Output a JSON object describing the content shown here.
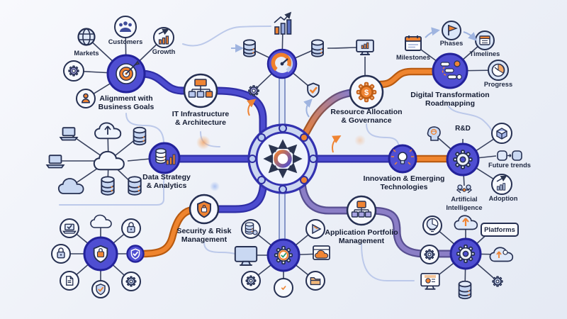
{
  "diagram": {
    "nodes": {
      "alignment": {
        "line1": "Alignment with",
        "line2": "Business Goals"
      },
      "it_infrastructure": {
        "line1": "IT Infrastructure",
        "line2": "& Architecture"
      },
      "resource_allocation": {
        "line1": "Resource Allocation",
        "line2": "& Governance"
      },
      "digital_transformation": {
        "line1": "Digital Transformation",
        "line2": "Roadmapping"
      },
      "data_strategy": {
        "line1": "Data Strategy",
        "line2": "& Analytics"
      },
      "innovation": {
        "line1": "Innovation & Emerging",
        "line2": "Technologies"
      },
      "security": {
        "line1": "Security & Risk",
        "line2": "Management"
      },
      "application_portfolio": {
        "line1": "Application Portfolio",
        "line2": "Management"
      }
    },
    "satellites": {
      "markets": "Markets",
      "customers": "Customers",
      "growth": "Growth",
      "milestones": "Milestones",
      "phases": "Phases",
      "timelines": "Timelines",
      "progress": "Progress",
      "rnd": "R&D",
      "future_trends": "Future trends",
      "artificial_line1": "Artificial",
      "artificial_line2": "Intelligence",
      "adoption": "Adoption",
      "platforms": "Platforms"
    },
    "icons": {
      "dollar": "$"
    },
    "colors": {
      "primary_blue": "#4f4ed2",
      "outline_navy": "#263052",
      "accent_orange": "#ee7f2d",
      "pipe_purple": "#8b7ec6",
      "light_fill": "#c9d8f2",
      "background": "#eef1f8"
    }
  }
}
